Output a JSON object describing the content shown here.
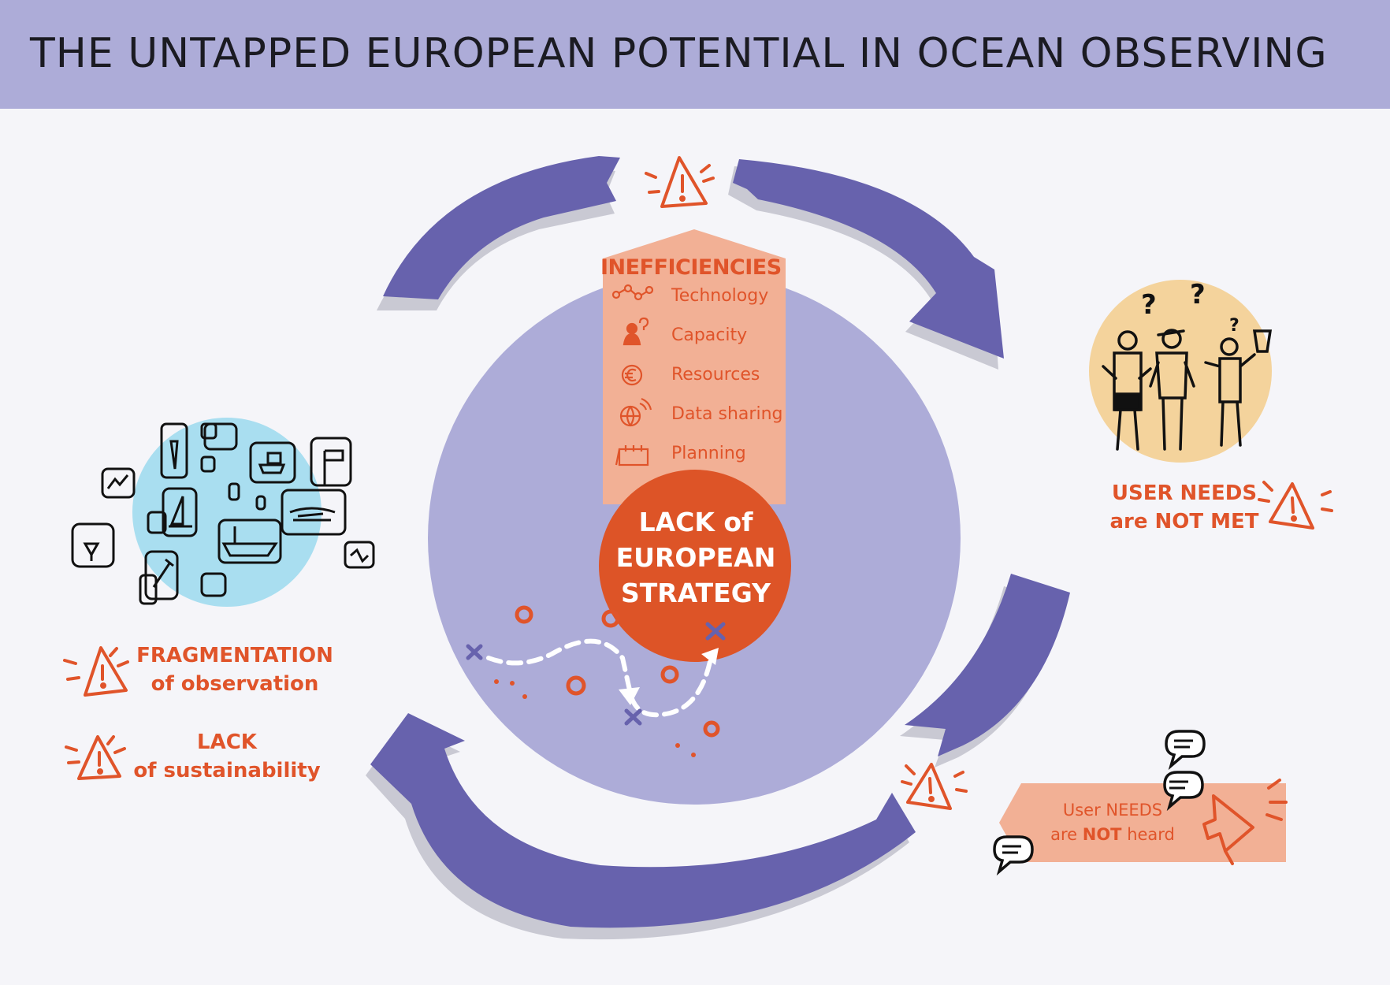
{
  "title": "THE UNTAPPED EUROPEAN POTENTIAL IN OCEAN OBSERVING",
  "inefficiencies": {
    "heading": "INEFFICIENCIES",
    "items": [
      {
        "label": "Technology",
        "icon": "network-icon"
      },
      {
        "label": "Capacity",
        "icon": "person-question-icon"
      },
      {
        "label": "Resources",
        "icon": "euro-icon"
      },
      {
        "label": "Data sharing",
        "icon": "globe-signal-icon"
      },
      {
        "label": "Planning",
        "icon": "calendar-icon"
      }
    ]
  },
  "core": {
    "line1": "LACK of",
    "line2": "EUROPEAN",
    "line3": "STRATEGY"
  },
  "left_issues": {
    "fragmentation": {
      "line1": "FRAGMENTATION",
      "line2": "of observation"
    },
    "sustainability": {
      "line1": "LACK",
      "line2": "of sustainability"
    }
  },
  "right_issues": {
    "needs_met": {
      "line1": "USER NEEDS",
      "line2": "are NOT MET"
    },
    "needs_heard": {
      "line1": "User NEEDS",
      "line2_pre": "are ",
      "line2_bold": "NOT",
      "line2_post": " heard"
    }
  },
  "colors": {
    "banner": "#adacd8",
    "arrow": "#6762ad",
    "big_circle": "#adacd8",
    "orange": "#e0542a",
    "peach": "#f2b095",
    "light_blue": "#a9def0",
    "sand": "#f4d39c"
  }
}
